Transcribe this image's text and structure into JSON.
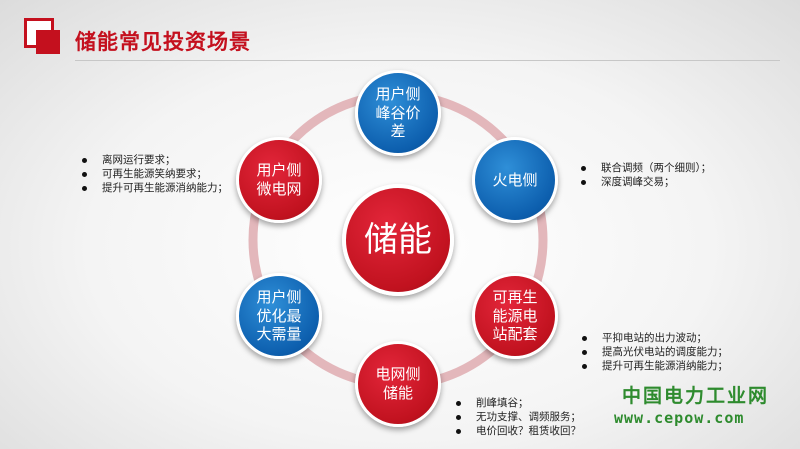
{
  "header": {
    "title": "储能常见投资场景"
  },
  "diagram": {
    "center_label": "储能",
    "nodes": [
      {
        "id": "top",
        "label_lines": [
          "用户侧",
          "峰谷价",
          "差"
        ],
        "color": "blue"
      },
      {
        "id": "thermal",
        "label_lines": [
          "火电侧"
        ],
        "color": "blue"
      },
      {
        "id": "renewable",
        "label_lines": [
          "可再生",
          "能源电",
          "站配套"
        ],
        "color": "red"
      },
      {
        "id": "grid",
        "label_lines": [
          "电网侧",
          "储能"
        ],
        "color": "red"
      },
      {
        "id": "demand",
        "label_lines": [
          "用户侧",
          "优化最",
          "大需量"
        ],
        "color": "blue"
      },
      {
        "id": "microgrid",
        "label_lines": [
          "用户侧",
          "微电网"
        ],
        "color": "red"
      }
    ]
  },
  "notes": {
    "microgrid": [
      "离网运行要求；",
      "可再生能源笑纳要求；",
      "提升可再生能源消纳能力；"
    ],
    "thermal": [
      "联合调频（两个细则）；",
      "深度调峰交易；"
    ],
    "renewable": [
      "平抑电站的出力波动；",
      "提高光伏电站的调度能力；",
      "提升可再生能源消纳能力；"
    ],
    "grid": [
      "削峰填谷；",
      "无功支撑、调频服务；",
      "电价回收？租赁收回？"
    ]
  },
  "colors": {
    "brand_red": "#c4101e",
    "node_blue": "#0d5fae",
    "node_red": "#c1121f",
    "ring": "#e3b7bb",
    "watermark_green": "#2e8b2e"
  },
  "watermark": {
    "name": "中国电力工业网",
    "url": "www.cepow.com"
  }
}
